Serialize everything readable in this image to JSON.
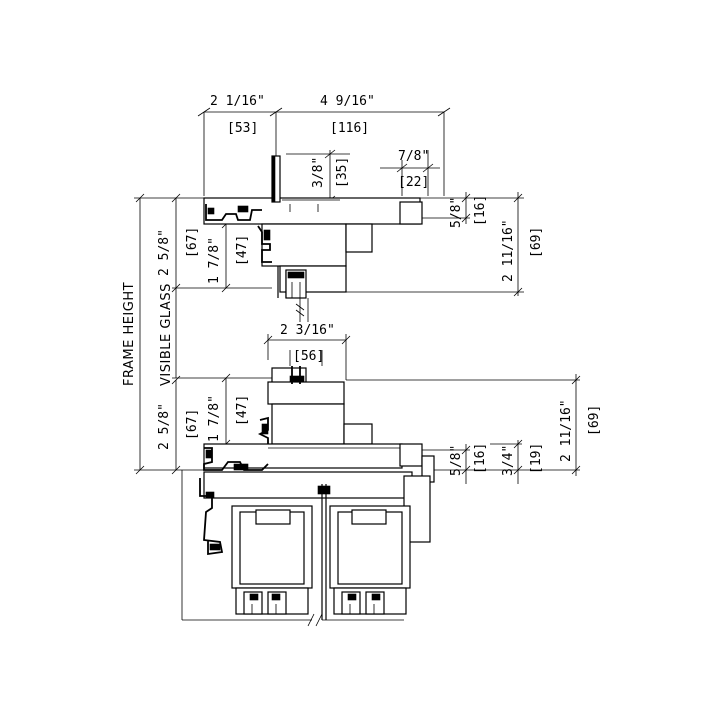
{
  "labels": {
    "frame_height": "FRAME HEIGHT",
    "visible_glass": "VISIBLE GLASS"
  },
  "dimensions": {
    "top_width_left_frac": "2 1/16\"",
    "top_width_left_mm": "[53]",
    "top_width_right_frac": "4 9/16\"",
    "top_width_right_mm": "[116]",
    "head_offset_frac": "3/8\"",
    "head_offset_mm": "[35]",
    "head_proj_frac": "7/8\"",
    "head_proj_mm": "[22]",
    "head_sight_frac": "5/8\"",
    "head_sight_mm": "[16]",
    "head_depth_frac": "2 11/16\"",
    "head_depth_mm": "[69]",
    "head_frame_frac": "2 5/8\"",
    "head_frame_mm": "[67]",
    "head_glass_frac": "1 7/8\"",
    "head_glass_mm": "[47]",
    "mid_width_frac": "2 3/16\"",
    "mid_width_mm": "[56]",
    "sill_frame_frac": "2 5/8\"",
    "sill_frame_mm": "[67]",
    "sill_glass_frac": "1 7/8\"",
    "sill_glass_mm": "[47]",
    "sill_sight_frac": "5/8\"",
    "sill_sight_mm": "[16]",
    "sill_proj_frac": "3/4\"",
    "sill_proj_mm": "[19]",
    "sill_depth_frac": "2 11/16\"",
    "sill_depth_mm": "[69]"
  },
  "colors": {
    "ink": "#000000",
    "paper": "#ffffff"
  }
}
